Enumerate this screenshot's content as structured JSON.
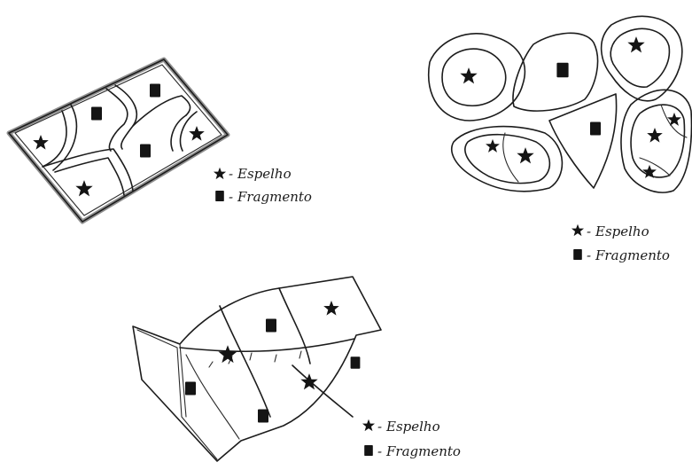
{
  "figures": [
    {
      "id": "rectangle-map",
      "legend": {
        "star_label": "Espelho",
        "square_label": "Fragmento",
        "separator": "-"
      }
    },
    {
      "id": "islands-map",
      "legend": {
        "star_label": "Espelho",
        "square_label": "Fragmento",
        "separator": "-"
      }
    },
    {
      "id": "folded-map",
      "legend": {
        "star_label": "Espelho",
        "square_label": "Fragmento",
        "separator": "-"
      }
    }
  ],
  "symbols": {
    "star": "star-icon",
    "square": "square-icon"
  },
  "colors": {
    "ink": "#1c1c1c",
    "paper": "#ffffff"
  }
}
